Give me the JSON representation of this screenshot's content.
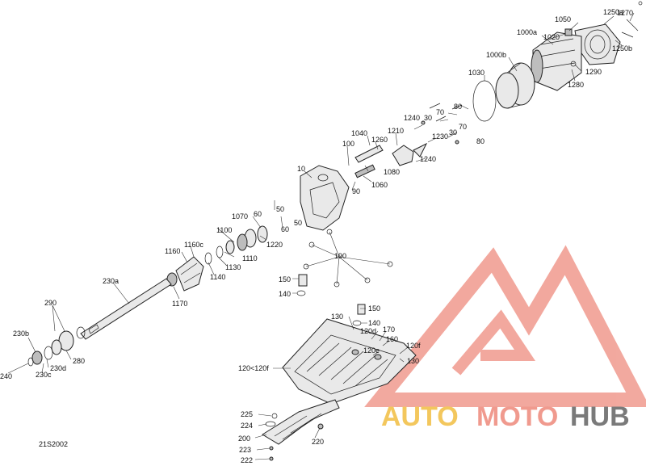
{
  "diagram": {
    "code": "21S2002",
    "labels": [
      {
        "text": "1250a"
      },
      {
        "text": "1270"
      },
      {
        "text": "1050"
      },
      {
        "text": "1000a"
      },
      {
        "text": "1020"
      },
      {
        "text": "1250b"
      },
      {
        "text": "1000b"
      },
      {
        "text": "1290"
      },
      {
        "text": "1280"
      },
      {
        "text": "1030"
      },
      {
        "text": "80"
      },
      {
        "text": "70"
      },
      {
        "text": "30"
      },
      {
        "text": "1240"
      },
      {
        "text": "1040"
      },
      {
        "text": "1210"
      },
      {
        "text": "30"
      },
      {
        "text": "70"
      },
      {
        "text": "80"
      },
      {
        "text": "1230"
      },
      {
        "text": "1260"
      },
      {
        "text": "100"
      },
      {
        "text": "1240"
      },
      {
        "text": "90"
      },
      {
        "text": "1080"
      },
      {
        "text": "1060"
      },
      {
        "text": "10"
      },
      {
        "text": "50"
      },
      {
        "text": "60"
      },
      {
        "text": "1070"
      },
      {
        "text": "50"
      },
      {
        "text": "60"
      },
      {
        "text": "1100"
      },
      {
        "text": "1220"
      },
      {
        "text": "1160c"
      },
      {
        "text": "1160"
      },
      {
        "text": "1110"
      },
      {
        "text": "1130"
      },
      {
        "text": "190"
      },
      {
        "text": "1140"
      },
      {
        "text": "150"
      },
      {
        "text": "230a"
      },
      {
        "text": "140"
      },
      {
        "text": "1170"
      },
      {
        "text": "290"
      },
      {
        "text": "130"
      },
      {
        "text": "150"
      },
      {
        "text": "140"
      },
      {
        "text": "120d"
      },
      {
        "text": "170"
      },
      {
        "text": "230b"
      },
      {
        "text": "280"
      },
      {
        "text": "160"
      },
      {
        "text": "120f"
      },
      {
        "text": "120e"
      },
      {
        "text": "130"
      },
      {
        "text": "230d"
      },
      {
        "text": "230c"
      },
      {
        "text": "240"
      },
      {
        "text": "120<120f"
      },
      {
        "text": "225"
      },
      {
        "text": "224"
      },
      {
        "text": "200"
      },
      {
        "text": "220"
      },
      {
        "text": "223"
      },
      {
        "text": "222"
      }
    ]
  },
  "watermark": {
    "auto": "AUTO",
    "moto": "MOTO",
    "hub": "HUB",
    "colors": {
      "auto": "#f3c75d",
      "moto": "#f09a8e",
      "hub": "#7a7a7a",
      "mark": "#f09a8e"
    }
  }
}
